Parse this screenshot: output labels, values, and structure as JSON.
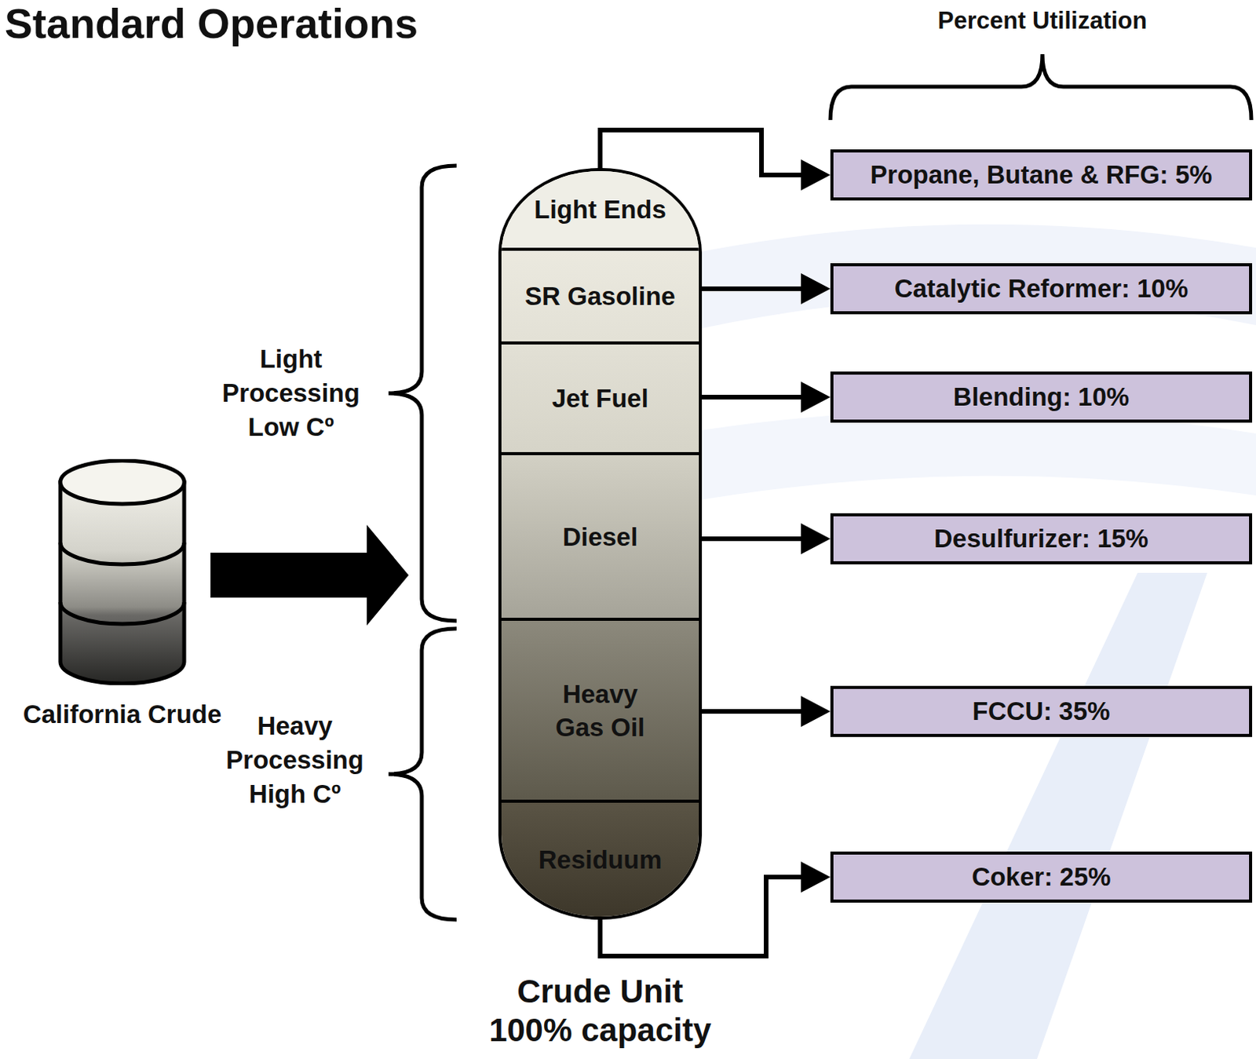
{
  "diagram": {
    "title": "Standard Operations",
    "nodes": [
      {
        "text": [
          "Crude Unit 100% capacity"
        ]
      },
      {
        "text": [
          "Light Ends"
        ],
        "in": 0
      },
      {
        "text": [
          "SR Gasoline"
        ],
        "in": 0
      },
      {
        "text": [
          "Jet Fuel"
        ],
        "in": 0
      },
      {
        "text": [
          "Diesel"
        ],
        "in": 0
      },
      {
        "text": [
          "Heavy Gas Oil"
        ],
        "in": 0
      },
      {
        "text": [
          "Residuum"
        ],
        "in": 0
      },
      {
        "text": [
          "California Crude"
        ]
      },
      {
        "text": [
          "Propane, Butane & RFG: 5%"
        ]
      },
      {
        "text": [
          "Catalytic Reformer: 10%"
        ]
      },
      {
        "text": [
          "Blending: 10%"
        ]
      },
      {
        "text": [
          "Desulfurizer: 15%"
        ]
      },
      {
        "text": [
          "FCCU: 35%"
        ]
      },
      {
        "text": [
          "Coker: 25%"
        ]
      }
    ],
    "edges": [
      {
        "from": 7,
        "to": 0,
        "arrow": "to"
      },
      {
        "from": 1,
        "to": 8,
        "arrow": "to"
      },
      {
        "from": 2,
        "to": 9,
        "arrow": "to"
      },
      {
        "from": 3,
        "to": 10,
        "arrow": "to"
      },
      {
        "from": 4,
        "to": 11,
        "arrow": "to"
      },
      {
        "from": 5,
        "to": 12,
        "arrow": "to"
      },
      {
        "from": 6,
        "to": 13,
        "arrow": "to"
      }
    ],
    "labels": [
      "Percent Utilization",
      "Light Processing Low Cº",
      "Heavy Processing High Cº"
    ]
  }
}
